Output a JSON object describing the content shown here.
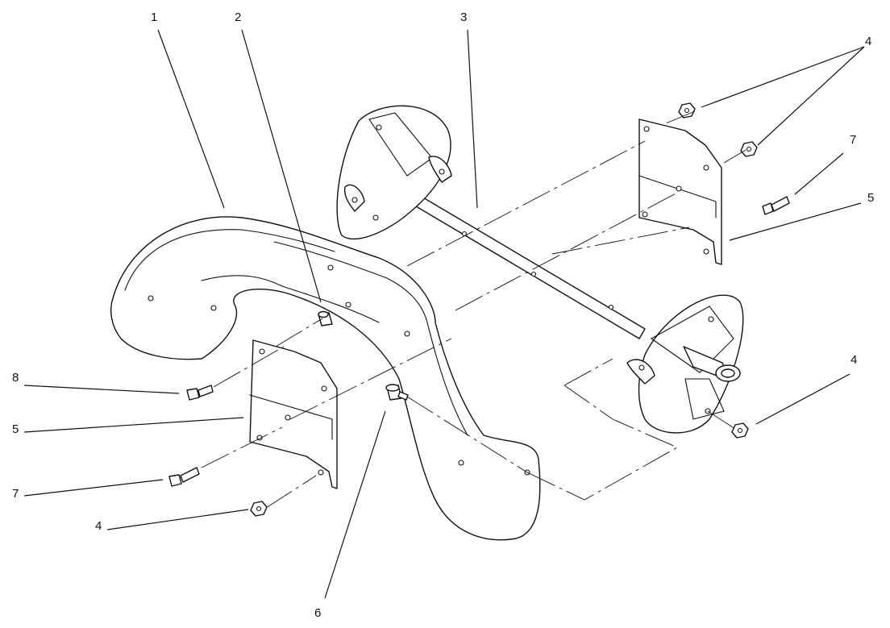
{
  "callouts": [
    {
      "id": "c1",
      "label": "1"
    },
    {
      "id": "c2",
      "label": "2"
    },
    {
      "id": "c3",
      "label": "3"
    },
    {
      "id": "c4a",
      "label": "4"
    },
    {
      "id": "c7a",
      "label": "7"
    },
    {
      "id": "c5a",
      "label": "5"
    },
    {
      "id": "c4b",
      "label": "4"
    },
    {
      "id": "c8",
      "label": "8"
    },
    {
      "id": "c5b",
      "label": "5"
    },
    {
      "id": "c7b",
      "label": "7"
    },
    {
      "id": "c4c",
      "label": "4"
    },
    {
      "id": "c6",
      "label": "6"
    }
  ]
}
